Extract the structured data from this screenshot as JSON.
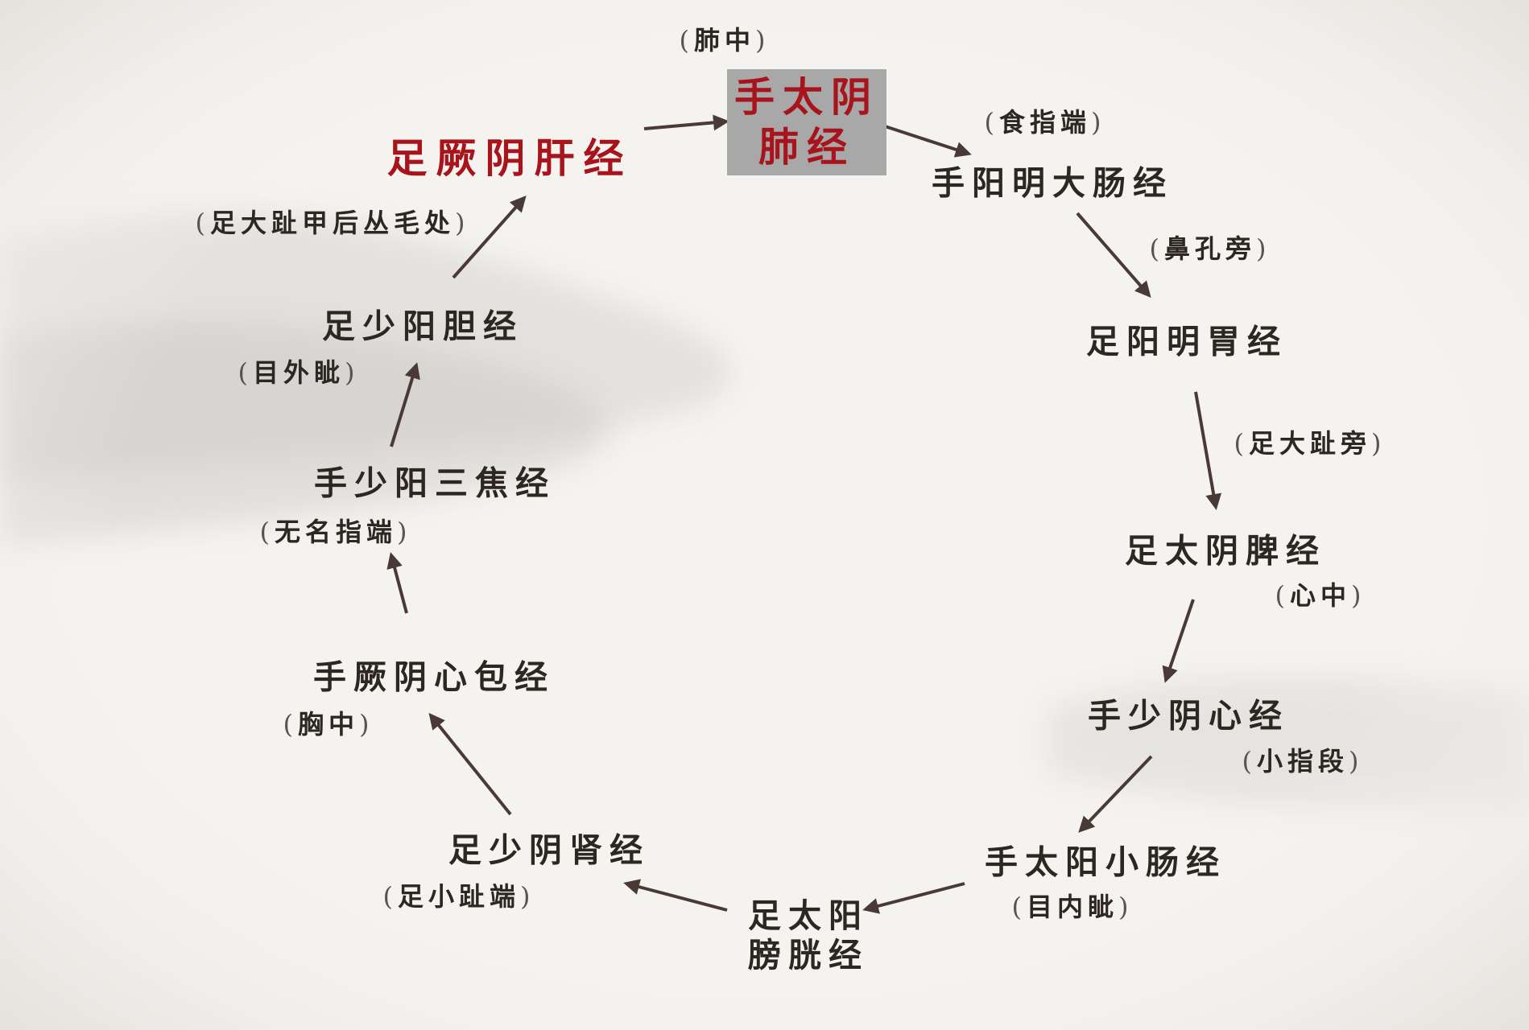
{
  "meridians": {
    "lung": {
      "line1": "手太阴",
      "line2": "肺经"
    },
    "large_intestine": "手阳明大肠经",
    "stomach": "足阳明胃经",
    "spleen": "足太阴脾经",
    "heart": "手少阴心经",
    "small_intestine": "手太阳小肠经",
    "bladder": {
      "line1": "足太阳",
      "line2": "膀胱经"
    },
    "kidney": "足少阴肾经",
    "pericardium": "手厥阴心包经",
    "triple_burner": "手少阳三焦经",
    "gallbladder": "足少阳胆经",
    "liver": "足厥阴肝经"
  },
  "junctions": {
    "lung_center": "肺中",
    "index_finger_tip": "食指端",
    "beside_nose": "鼻孔旁",
    "big_toe_side": "足大趾旁",
    "heart_center": "心中",
    "little_finger_tip": "小指段",
    "inner_eye_corner": "目内眦",
    "little_toe_tip": "足小趾端",
    "chest_center": "胸中",
    "ring_finger_tip": "无名指端",
    "outer_eye_corner": "目外眦",
    "big_toe_hair": "足大趾甲后丛毛处"
  },
  "colors": {
    "highlight_text": "#a8141b",
    "highlight_box": "#a8a8a8",
    "text": "#2d2722",
    "arrow": "#4a3a36"
  }
}
